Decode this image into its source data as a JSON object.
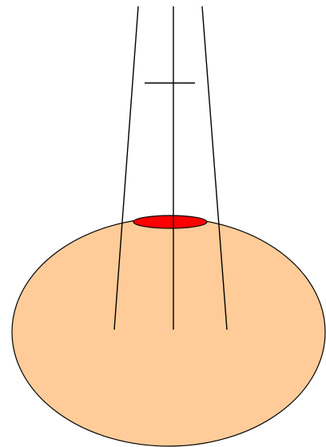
{
  "colors": {
    "background": "#ffffff",
    "body_fill": "#ffcc99",
    "spot_fill": "#ff0000",
    "stroke": "#000000"
  },
  "diagram": {
    "shapes": [
      "body-ellipse",
      "red-spot-ellipse",
      "center-vertical-line",
      "left-slanted-line",
      "right-slanted-line",
      "horizontal-tick"
    ]
  }
}
